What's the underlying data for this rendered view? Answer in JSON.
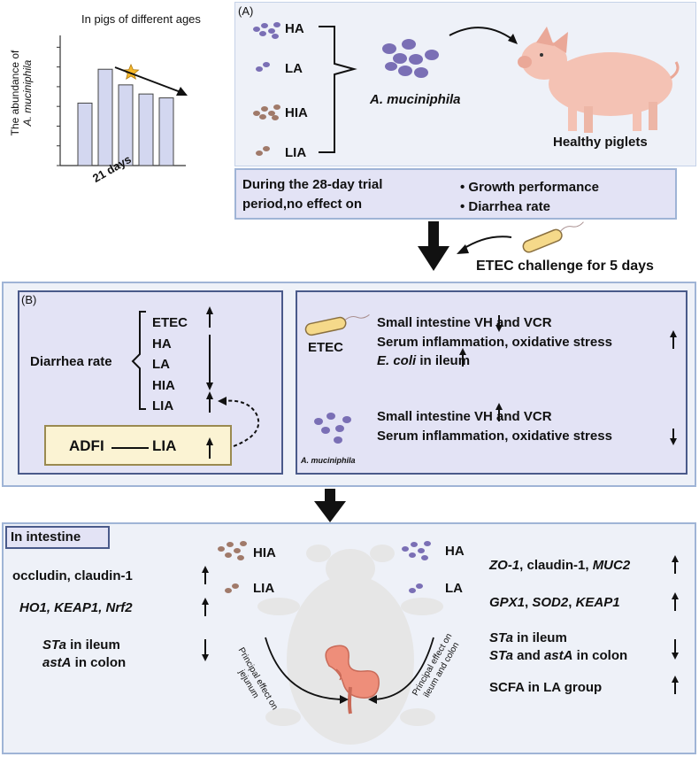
{
  "inset_chart": {
    "title": "In pigs of different ages",
    "ylabel_line1": "The abundance of",
    "ylabel_line2": "A. muciniphila",
    "x_annotation": "21 days",
    "highlight_bar_index": 2
  },
  "chart_data": {
    "type": "bar",
    "title": "In pigs of different ages",
    "xlabel": "21 days",
    "ylabel": "The abundance of A. muciniphila",
    "categories": [
      "",
      "",
      "",
      "",
      ""
    ],
    "values": [
      0.48,
      0.74,
      0.62,
      0.55,
      0.52
    ],
    "ylim": [
      0,
      1
    ],
    "trend": "decreasing"
  },
  "panel_a": {
    "label": "(A)",
    "groups": [
      "HA",
      "LA",
      "HIA",
      "LIA"
    ],
    "bacterium": "A. muciniphila",
    "pig_label": "Healthy piglets",
    "trial_text_line1": "During the 28-day trial",
    "trial_text_line2": "period,no effect on",
    "trial_items": [
      "Growth performance",
      "Diarrhea rate"
    ],
    "etec_challenge": "ETEC challenge for 5 days"
  },
  "panel_b": {
    "label": "(B)",
    "diarrhea_label": "Diarrhea rate",
    "groups": [
      "ETEC",
      "HA",
      "LA",
      "HIA",
      "LIA"
    ],
    "adfi_left": "ADFI",
    "adfi_right": "LIA",
    "etec_label": "ETEC",
    "etec_effects": [
      "Small intestine VH and VCR",
      "Serum inflammation, oxidative stress",
      "E. coli",
      " in ileum"
    ],
    "akk_effects": [
      "Small intestine VH and VCR",
      "Serum inflammation, oxidative stress"
    ],
    "akk_label": "A. muciniphila"
  },
  "panel_c": {
    "title": "In intestine",
    "left_groups": [
      "HIA",
      "LIA"
    ],
    "right_groups": [
      "HA",
      "LA"
    ],
    "left_effects": {
      "e1": "occludin, claudin-1",
      "e2": "HO1, KEAP1, Nrf2",
      "e3a_it": "STa",
      "e3a_rest": " in ileum",
      "e3b_it": "astA",
      "e3b_rest": " in colon"
    },
    "right_effects": {
      "r1a": "ZO-1",
      "r1b": ", claudin-1, ",
      "r1c": "MUC2",
      "r2a": "GPX1",
      "r2b": ", ",
      "r2c": "SOD2",
      "r2d": ", ",
      "r2e": "KEAP1",
      "r3a_it": "STa",
      "r3a_rest": " in ileum",
      "r3b_it1": "STa",
      "r3b_mid": " and ",
      "r3b_it2": "astA",
      "r3b_rest": " in colon",
      "r4": "SCFA in LA group"
    },
    "left_arc_label_1": "Principal effect on",
    "left_arc_label_2": "jejunum",
    "right_arc_label_1": "Principal effect on",
    "right_arc_label_2": "ileum and colon"
  },
  "colors": {
    "panel_fill": "#eef1f8",
    "panel_border": "#9fb4d6",
    "box_fill": "#e3e3f5",
    "box_border": "#4a5a8a",
    "adfi_fill": "#fbf3d3",
    "adfi_border": "#9a8a50",
    "bar_fill": "#d3d7f0",
    "purple_dot": "#7a6fb5",
    "brown_dot": "#a07a6a",
    "star": "#f5b82a",
    "pig": "#f4c2b4"
  }
}
